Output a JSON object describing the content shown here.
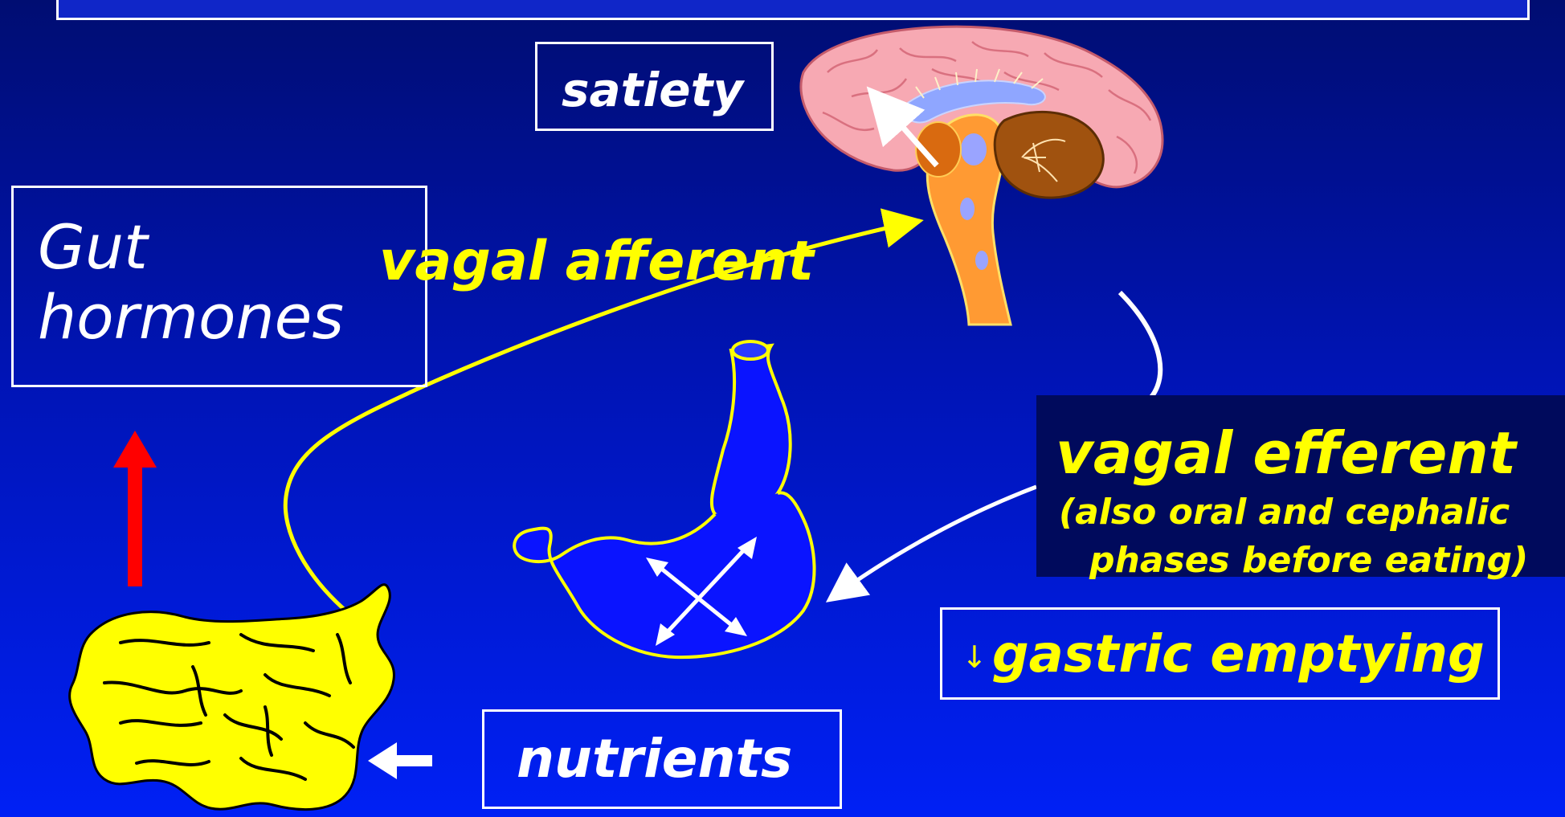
{
  "labels": {
    "satiety": "satiety",
    "gut_hormones_line1": "Gut",
    "gut_hormones_line2": "hormones",
    "vagal_afferent": "vagal afferent",
    "vagal_efferent": "vagal efferent",
    "efferent_note_line1": "(also oral and cephalic",
    "efferent_note_line2": "phases before eating)",
    "gastric_arrow": "↓",
    "gastric_emptying": "gastric emptying",
    "nutrients": "nutrients"
  },
  "colors": {
    "background_top": "#000d72",
    "background_bottom": "#0020f5",
    "white": "#ffffff",
    "yellow": "#ffff00",
    "red": "#ff0000",
    "brain_pink": "#f7a9b3",
    "brainstem_orange": "#ff9a33",
    "cerebellum_brown": "#a0520f",
    "efferent_box": "#000a5c"
  },
  "icons": [
    "brain-icon",
    "stomach-icon",
    "intestine-icon",
    "up-arrow-icon",
    "left-arrow-icon"
  ]
}
